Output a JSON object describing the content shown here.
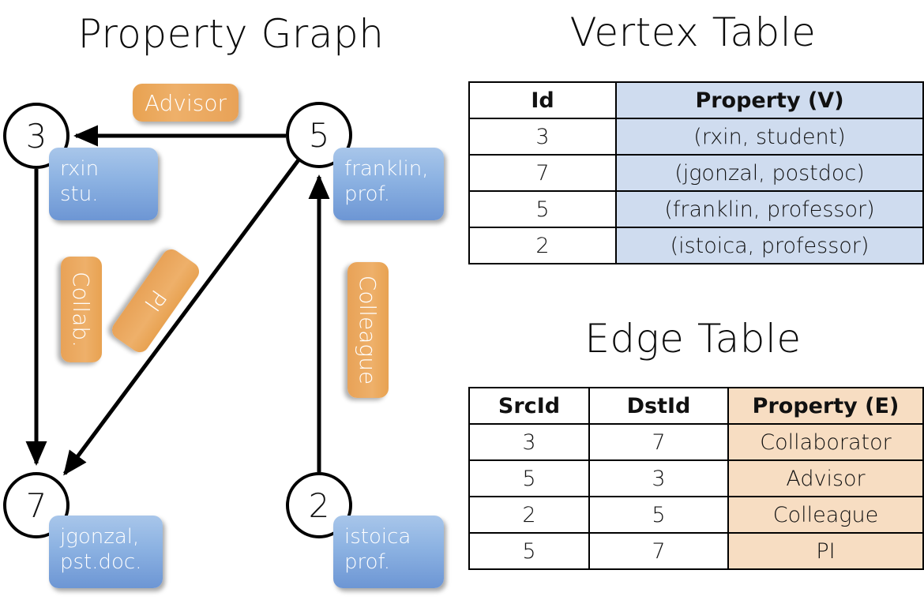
{
  "titles": {
    "property_graph": "Property Graph",
    "vertex_table": "Vertex Table",
    "edge_table": "Edge Table"
  },
  "graph": {
    "nodes": [
      {
        "id": "3",
        "property_label": "rxin\nstu."
      },
      {
        "id": "5",
        "property_label": "franklin,\nprof."
      },
      {
        "id": "7",
        "property_label": "jgonzal,\npst.doc."
      },
      {
        "id": "2",
        "property_label": "istoica\nprof."
      }
    ],
    "node_labels": {
      "n3": "3",
      "n5": "5",
      "n7": "7",
      "n2": "2"
    },
    "property_boxes": {
      "rxin_line1": "rxin",
      "rxin_line2": "stu.",
      "franklin_line1": "franklin,",
      "franklin_line2": "prof.",
      "jgonzal_line1": "jgonzal,",
      "jgonzal_line2": "pst.doc.",
      "istoica_line1": "istoica",
      "istoica_line2": "prof."
    },
    "edge_labels": {
      "advisor": "Advisor",
      "collab": "Collab.",
      "pi": "PI",
      "colleague": "Colleague"
    },
    "edges": [
      {
        "from": "5",
        "to": "3",
        "label": "Advisor"
      },
      {
        "from": "3",
        "to": "7",
        "label": "Collab."
      },
      {
        "from": "5",
        "to": "7",
        "label": "PI"
      },
      {
        "from": "2",
        "to": "5",
        "label": "Colleague"
      }
    ]
  },
  "vertex_table": {
    "headers": [
      "Id",
      "Property (V)"
    ],
    "rows": [
      {
        "id": "3",
        "property": "(rxin, student)"
      },
      {
        "id": "7",
        "property": "(jgonzal, postdoc)"
      },
      {
        "id": "5",
        "property": "(franklin, professor)"
      },
      {
        "id": "2",
        "property": "(istoica, professor)"
      }
    ]
  },
  "edge_table": {
    "headers": [
      "SrcId",
      "DstId",
      "Property (E)"
    ],
    "rows": [
      {
        "src": "3",
        "dst": "7",
        "property": "Collaborator"
      },
      {
        "src": "5",
        "dst": "3",
        "property": "Advisor"
      },
      {
        "src": "2",
        "dst": "5",
        "property": "Colleague"
      },
      {
        "src": "5",
        "dst": "7",
        "property": "PI"
      }
    ]
  },
  "colors": {
    "vertex_property_fill": "#cfdcef",
    "edge_property_fill": "#f7ddc2",
    "node_box_blue": "#8cb2e2",
    "edge_label_orange": "#eeb06a",
    "border": "#000000",
    "background": "#ffffff"
  }
}
